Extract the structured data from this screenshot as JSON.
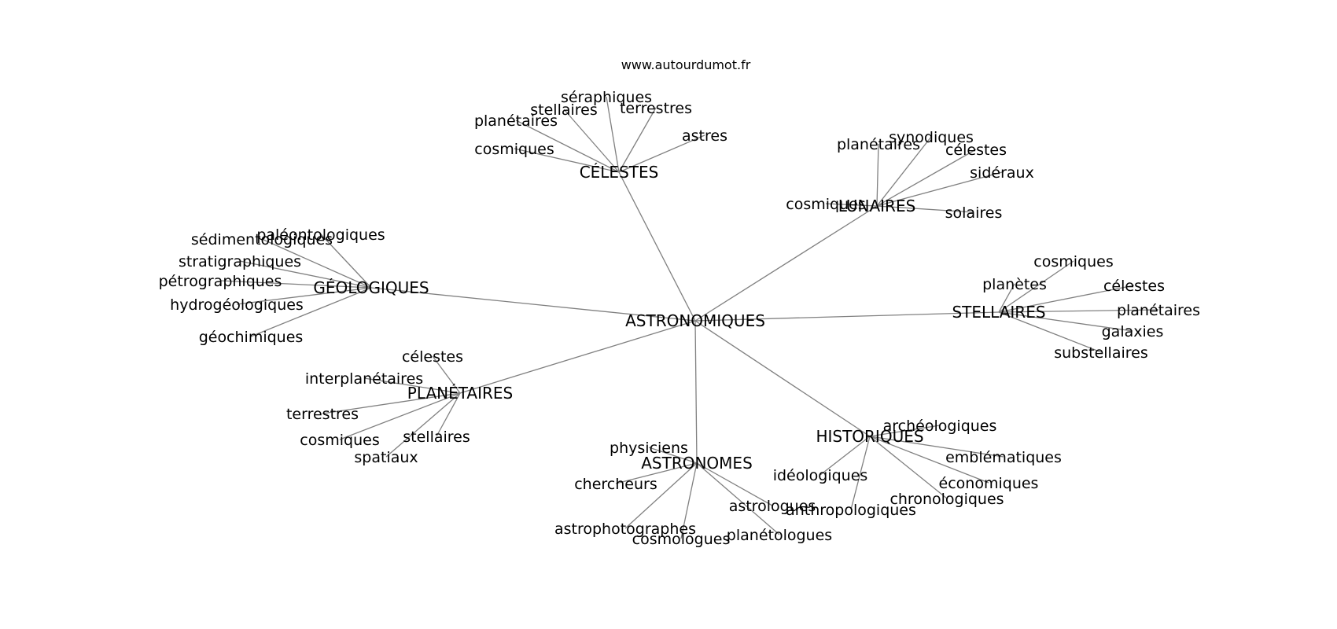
{
  "header": {
    "site": "www.autourdumot.fr"
  },
  "graph": {
    "root": "ASTRONOMIQUES",
    "hubs": [
      {
        "label": "CÉLESTES",
        "words": [
          "séraphiques",
          "stellaires",
          "terrestres",
          "planétaires",
          "astres",
          "cosmiques"
        ]
      },
      {
        "label": "LUNAIRES",
        "words": [
          "synodiques",
          "planétaires",
          "célestes",
          "sidéraux",
          "cosmiques",
          "solaires"
        ]
      },
      {
        "label": "GÉOLOGIQUES",
        "words": [
          "paléontologiques",
          "sédimentologiques",
          "stratigraphiques",
          "pétrographiques",
          "hydrogéologiques",
          "géochimiques"
        ]
      },
      {
        "label": "STELLAIRES",
        "words": [
          "cosmiques",
          "planètes",
          "célestes",
          "planétaires",
          "galaxies",
          "substellaires"
        ]
      },
      {
        "label": "PLANÉTAIRES",
        "words": [
          "célestes",
          "interplanétaires",
          "terrestres",
          "cosmiques",
          "stellaires",
          "spatiaux"
        ]
      },
      {
        "label": "HISTORIQUES",
        "words": [
          "archéologiques",
          "emblématiques",
          "idéologiques",
          "économiques",
          "chronologiques",
          "anthropologiques"
        ]
      },
      {
        "label": "ASTRONOMES",
        "words": [
          "physiciens",
          "chercheurs",
          "astrologues",
          "astrophotographes",
          "cosmologues",
          "planétologues"
        ]
      }
    ]
  }
}
